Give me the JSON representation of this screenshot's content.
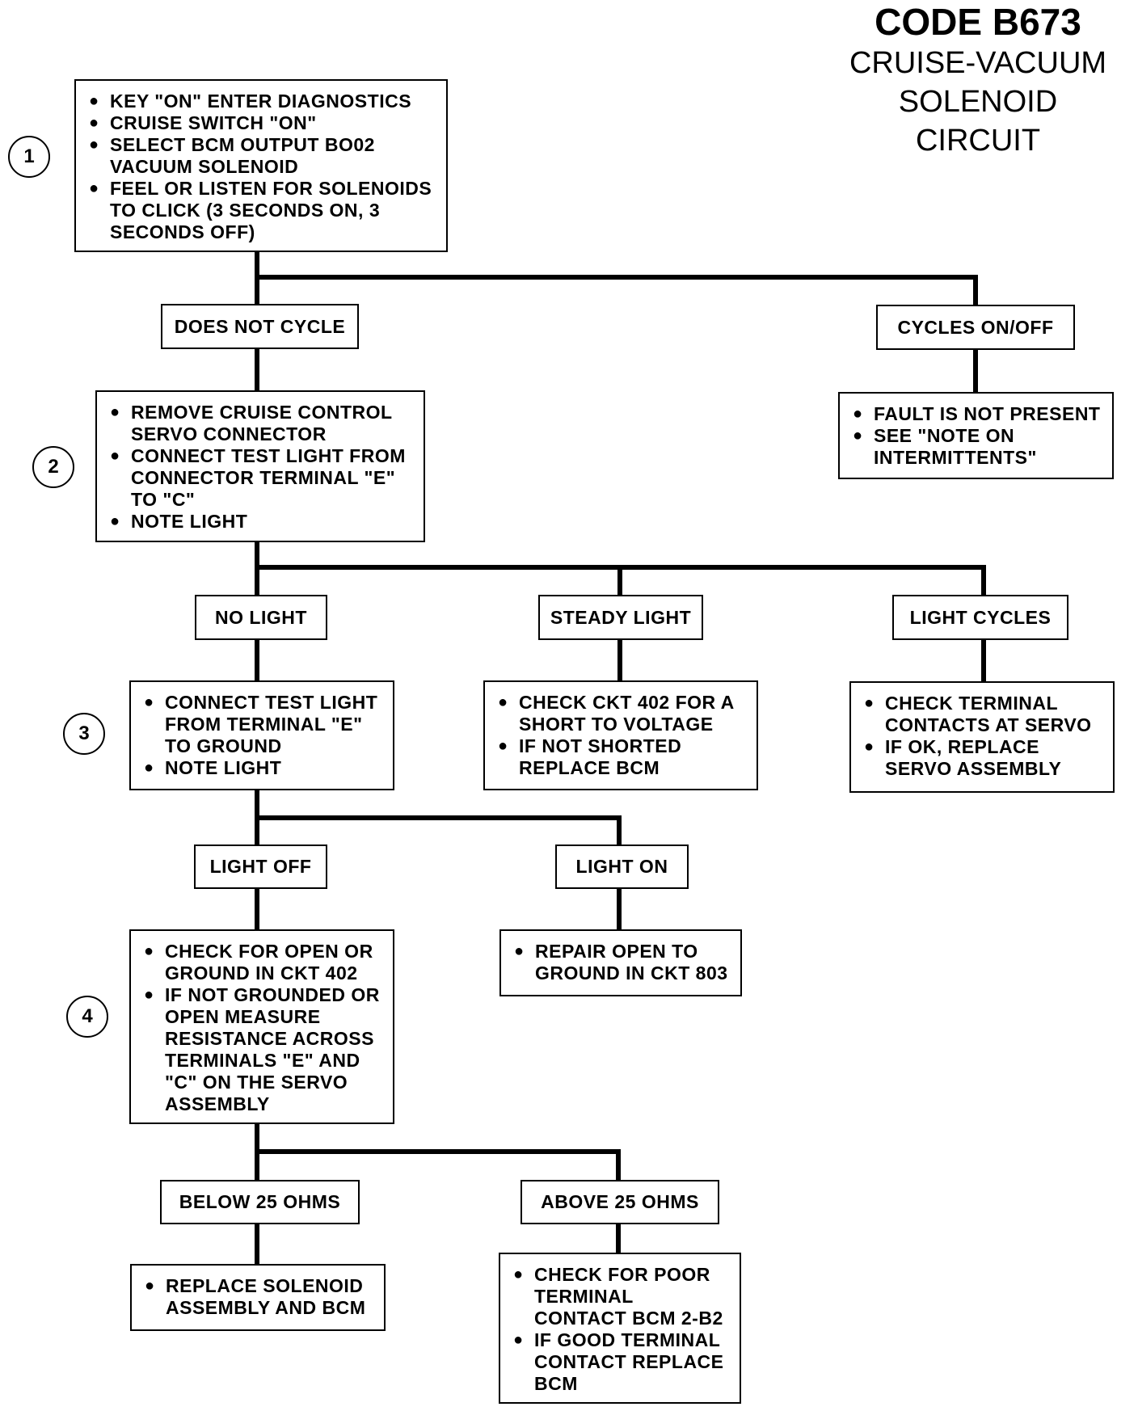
{
  "title": {
    "code": "CODE B673",
    "line1": "CRUISE-VACUUM",
    "line2": "SOLENOID CIRCUIT"
  },
  "steps": {
    "s1": {
      "number": "1",
      "items": [
        "KEY \"ON\" ENTER DIAGNOSTICS",
        "CRUISE SWITCH \"ON\"",
        "SELECT BCM OUTPUT BO02 VACUUM SOLENOID",
        "FEEL OR LISTEN FOR SOLENOIDS TO CLICK (3 SECONDS ON, 3 SECONDS OFF)"
      ]
    },
    "s2": {
      "number": "2",
      "items": [
        "REMOVE CRUISE CONTROL SERVO CONNECTOR",
        "CONNECT TEST LIGHT FROM CONNECTOR TERMINAL \"E\" TO \"C\"",
        "NOTE LIGHT"
      ]
    },
    "s3": {
      "number": "3",
      "items": [
        "CONNECT TEST LIGHT FROM TERMINAL \"E\" TO GROUND",
        "NOTE LIGHT"
      ]
    },
    "s4": {
      "number": "4",
      "items": [
        "CHECK FOR OPEN OR GROUND IN CKT 402",
        "IF NOT GROUNDED OR OPEN MEASURE RESISTANCE ACROSS TERMINALS \"E\" AND \"C\" ON THE SERVO ASSEMBLY"
      ]
    }
  },
  "labels": {
    "does_not_cycle": "DOES NOT CYCLE",
    "cycles": "CYCLES ON/OFF",
    "no_light": "NO LIGHT",
    "steady_light": "STEADY LIGHT",
    "light_cycles": "LIGHT CYCLES",
    "light_off": "LIGHT OFF",
    "light_on": "LIGHT ON",
    "below": "BELOW 25 OHMS",
    "above": "ABOVE 25 OHMS"
  },
  "results": {
    "fault_not_present": [
      "FAULT IS NOT PRESENT",
      "SEE \"NOTE ON INTERMITTENTS\""
    ],
    "steady": [
      "CHECK CKT 402 FOR A SHORT TO VOLTAGE",
      "IF NOT SHORTED REPLACE BCM"
    ],
    "cycles": [
      "CHECK TERMINAL CONTACTS AT SERVO",
      "IF OK, REPLACE SERVO ASSEMBLY"
    ],
    "light_on": [
      "REPAIR OPEN TO GROUND IN CKT 803"
    ],
    "below": [
      "REPLACE SOLENOID ASSEMBLY AND BCM"
    ],
    "above": [
      "CHECK FOR POOR TERMINAL CONTACT BCM 2-B2",
      "IF GOOD TERMINAL CONTACT REPLACE BCM"
    ]
  }
}
